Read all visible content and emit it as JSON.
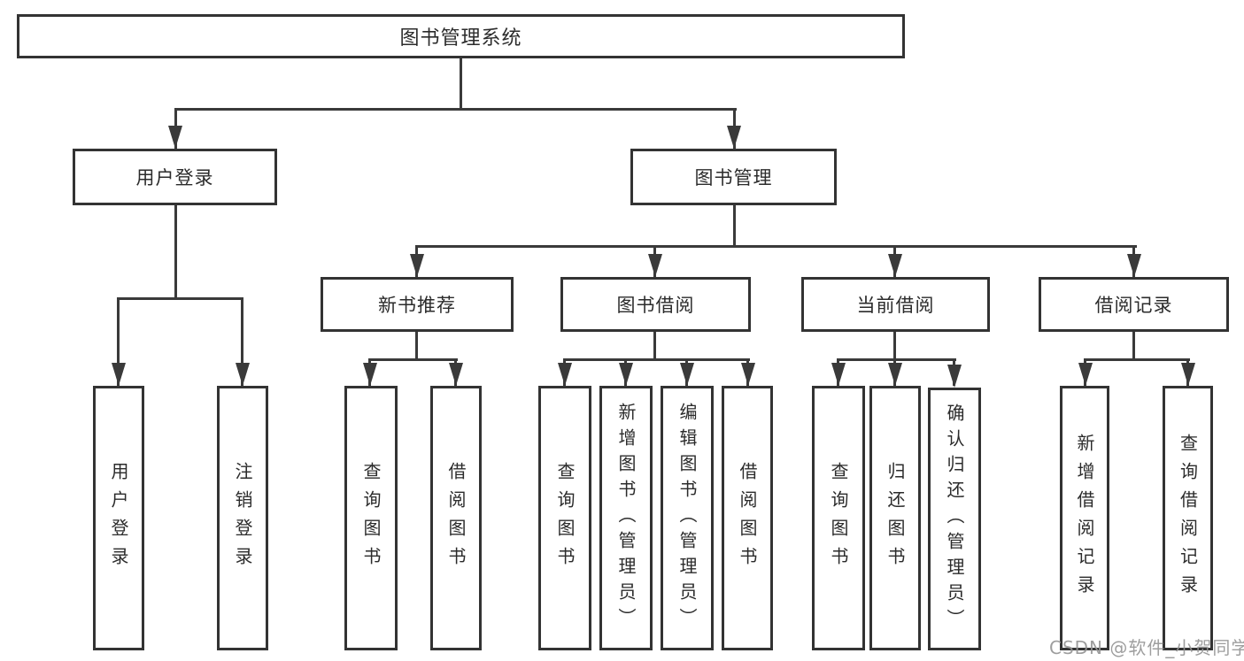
{
  "diagram": {
    "type": "hierarchy-diagram",
    "colors": {
      "background": "#ffffff",
      "box_border": "#333333",
      "connector_line": "#3a3a3a",
      "text": "#2b2b2b",
      "watermark_text": "#949494"
    }
  },
  "tree": {
    "label": "图书管理系统",
    "children": [
      {
        "label": "用户登录",
        "children": [
          {
            "label": "用户登录"
          },
          {
            "label": "注销登录"
          }
        ]
      },
      {
        "label": "图书管理",
        "children": [
          {
            "label": "新书推荐",
            "children": [
              {
                "label": "查询图书"
              },
              {
                "label": "借阅图书"
              }
            ]
          },
          {
            "label": "图书借阅",
            "children": [
              {
                "label": "查询图书"
              },
              {
                "label": "新增图书（管理员）"
              },
              {
                "label": "编辑图书（管理员）"
              },
              {
                "label": "借阅图书"
              }
            ]
          },
          {
            "label": "当前借阅",
            "children": [
              {
                "label": "查询图书"
              },
              {
                "label": "归还图书"
              },
              {
                "label": "确认归还（管理员）"
              }
            ]
          },
          {
            "label": "借阅记录",
            "children": [
              {
                "label": "新增借阅记录"
              },
              {
                "label": "查询借阅记录"
              }
            ]
          }
        ]
      }
    ]
  },
  "watermark": {
    "text": "CSDN @软件_小贺同学"
  }
}
